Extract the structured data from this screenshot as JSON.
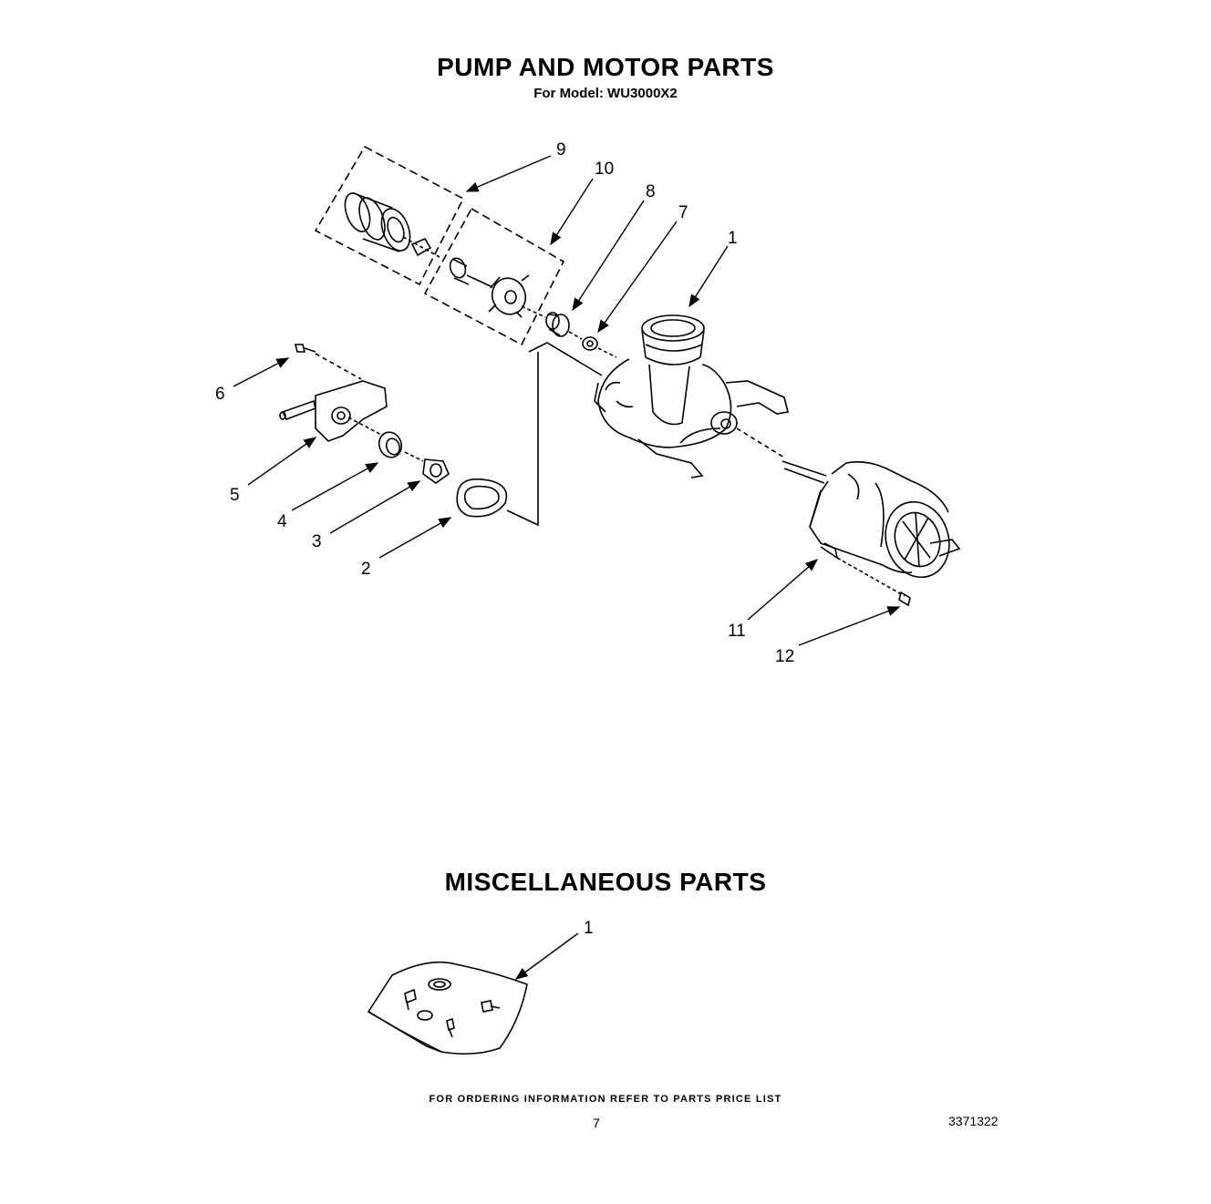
{
  "page": {
    "title": "PUMP AND MOTOR PARTS",
    "subtitle": "For Model: WU3000X2",
    "misc_title": "MISCELLANEOUS PARTS",
    "footer_note": "FOR ORDERING INFORMATION REFER TO PARTS PRICE LIST",
    "page_number": "7",
    "doc_number": "3371322"
  },
  "pump_callouts": [
    "9",
    "10",
    "8",
    "7",
    "1",
    "6",
    "5",
    "4",
    "3",
    "2",
    "11",
    "12"
  ],
  "misc_callouts": [
    "1"
  ]
}
